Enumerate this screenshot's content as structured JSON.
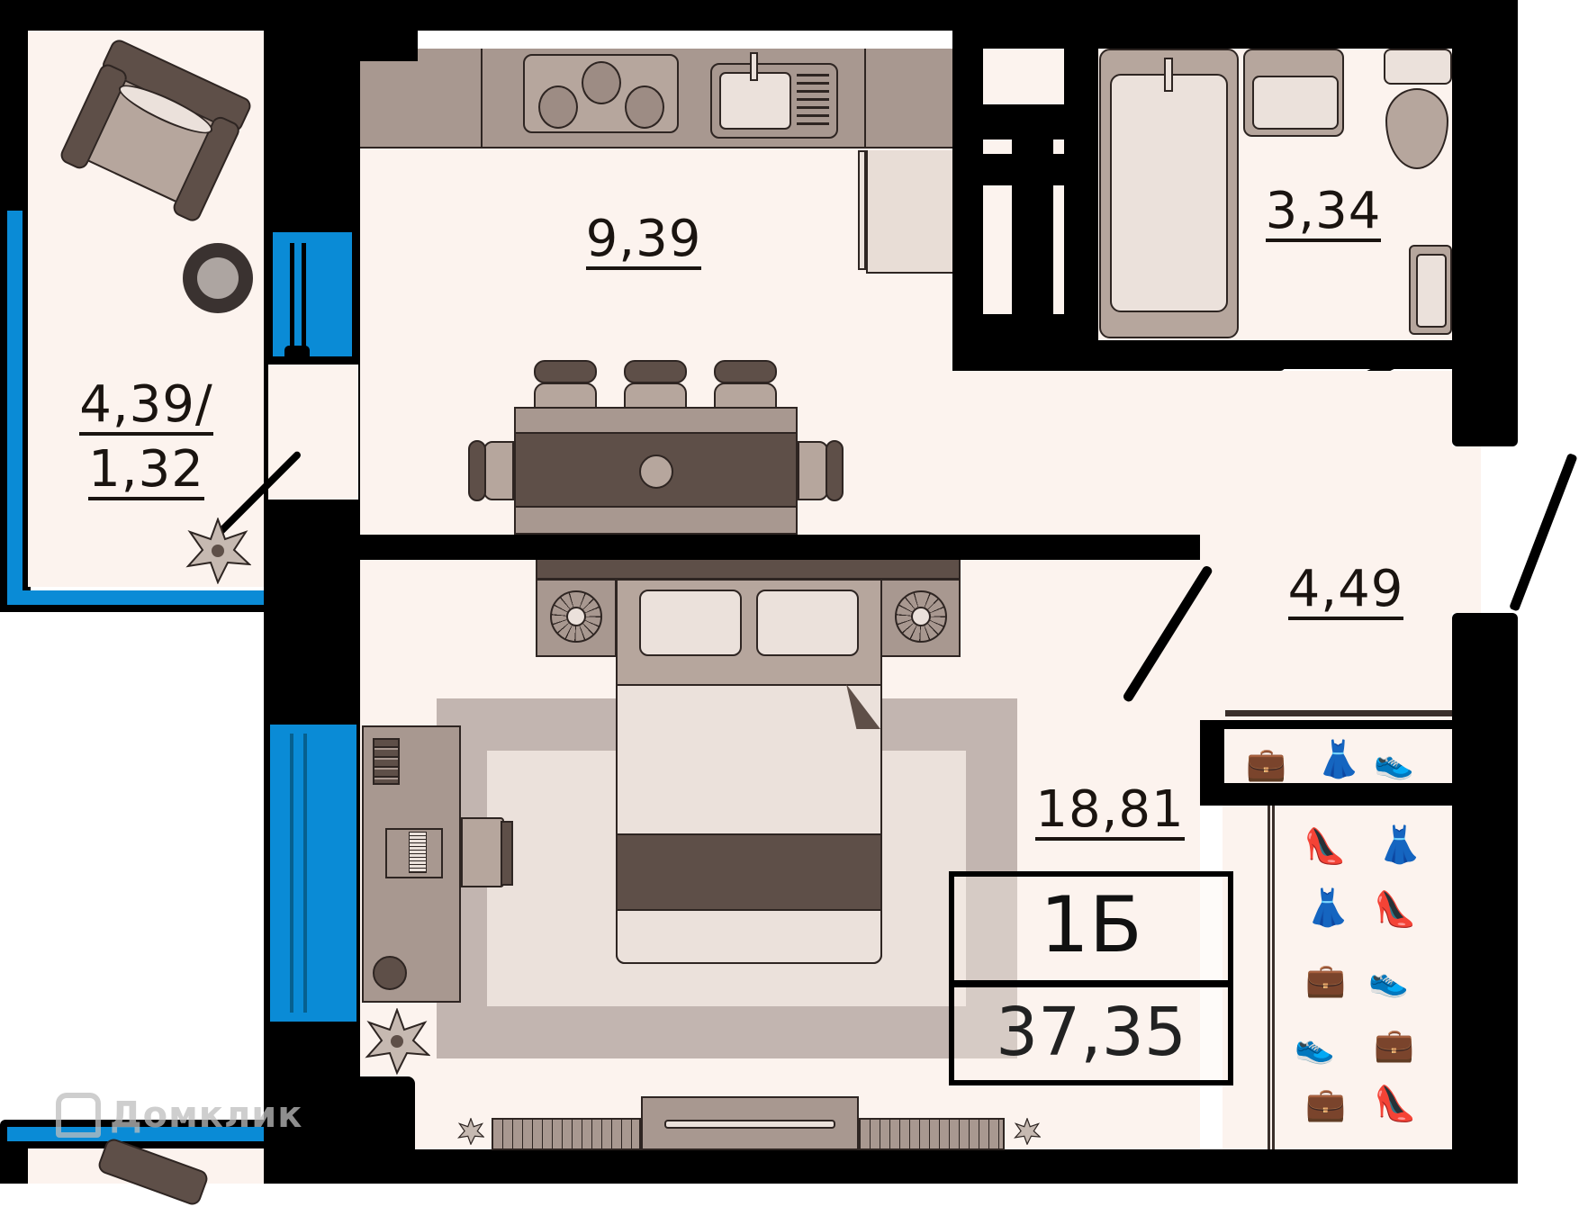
{
  "plan": {
    "apartment_type": "1Б",
    "total_area": "37,35",
    "rooms": [
      {
        "id": "balcony",
        "name": "balcony",
        "area_label": "4,39/",
        "area_label_2": "1,32"
      },
      {
        "id": "kitchen",
        "name": "kitchen",
        "area_label": "9,39"
      },
      {
        "id": "bathroom",
        "name": "bathroom",
        "area_label": "3,34"
      },
      {
        "id": "hallway",
        "name": "hallway",
        "area_label": "4,49"
      },
      {
        "id": "bedroom",
        "name": "bedroom",
        "area_label": "18,81"
      }
    ]
  },
  "watermark": {
    "text": "Домклик"
  },
  "colors": {
    "wall": "#000000",
    "floor": "#fcf3ee",
    "window": "#0a8bd6",
    "furniture": "#a89890",
    "furniture_dark": "#5e4f48"
  }
}
